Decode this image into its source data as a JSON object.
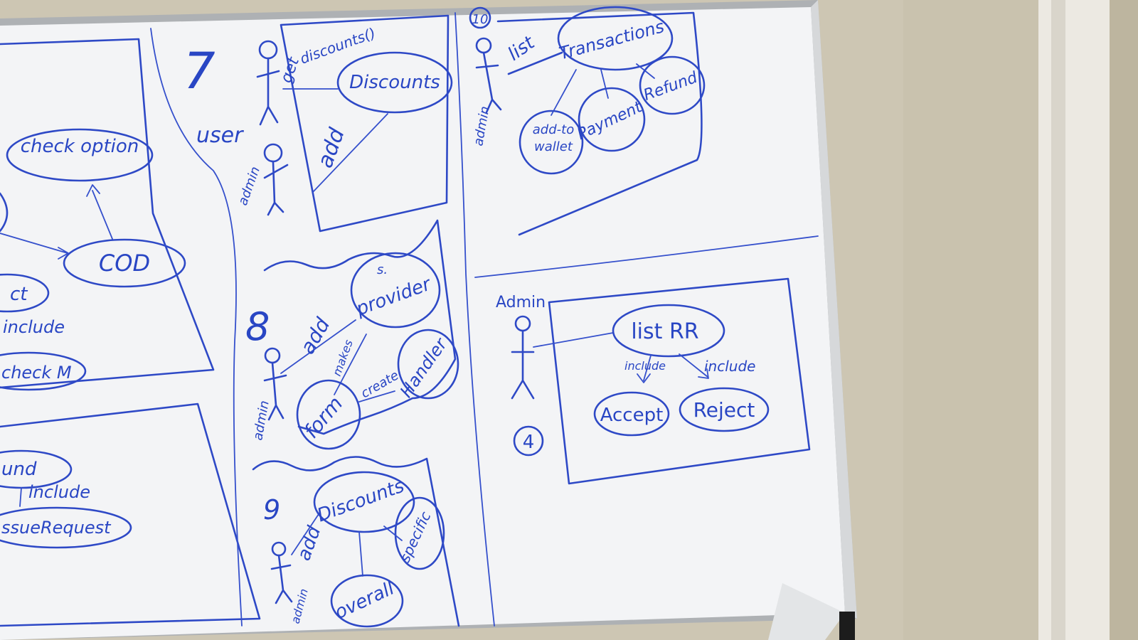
{
  "board": {
    "colors": {
      "ink": "#2e49c6",
      "board": "#f4f5f6",
      "wall": "#cfc8b6"
    },
    "left_panel": {
      "check_option": "check option",
      "cod": "COD",
      "partial_ct": "ct",
      "partial_include": "include",
      "partial_check": "check M",
      "partial_und": "und",
      "partial_include2": "include",
      "partial_request": "ssueRequest"
    },
    "panel7": {
      "number": "7",
      "user": "user",
      "admin": "admin",
      "get": "get",
      "get_discounts": "discounts()",
      "discounts": "Discounts",
      "add": "add"
    },
    "panel8": {
      "number": "8",
      "admin": "admin",
      "s": "s.",
      "provider": "provider",
      "add": "add",
      "makes": "makes",
      "form": "form",
      "create": "create",
      "handler": "Handler"
    },
    "panel9": {
      "number": "9",
      "admin": "admin",
      "add": "add",
      "discounts": "Discounts",
      "specific": "specific",
      "overall": "overall"
    },
    "panel10": {
      "number": "10",
      "admin": "admin",
      "list": "list",
      "transactions": "Transactions",
      "add_to": "add-to",
      "wallet": "wallet",
      "payment": "Payment",
      "refund": "Refund"
    },
    "panel4": {
      "actor": "Admin",
      "number": "4",
      "list_rr": "list RR",
      "include_left": "include",
      "include_right": "include",
      "accept": "Accept",
      "reject": "Reject"
    }
  }
}
